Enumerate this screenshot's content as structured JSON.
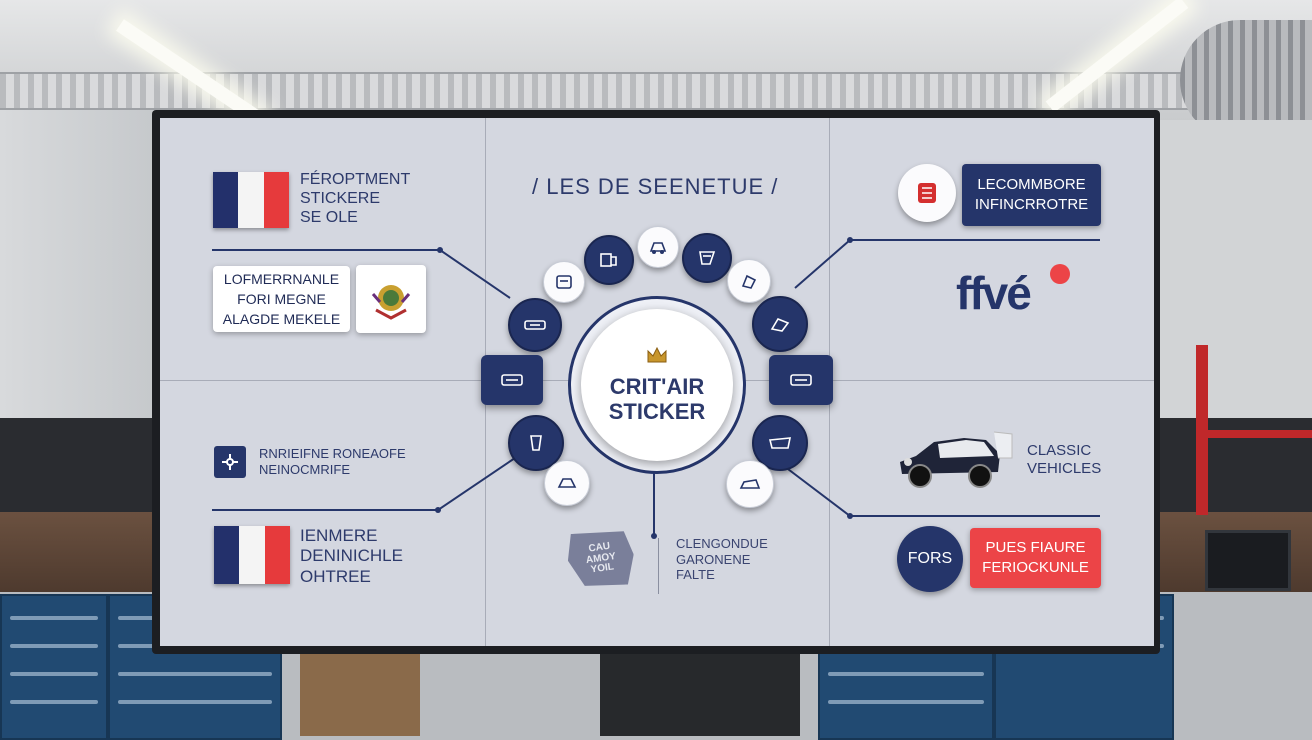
{
  "display": {
    "title": "LES DE SEENETUE",
    "center": {
      "line1": "CRIT'AIR",
      "line2": "STICKER"
    },
    "left": {
      "top_text": [
        "FÉROPTMENT",
        "STICKERE",
        "SE OLE"
      ],
      "card_text": [
        "LOFMERRNANLE",
        "FORI MEGNE",
        "ALAGDE MEKELE"
      ],
      "mid_text": [
        "RNRIEIFNE RONEAOFE",
        "NEINOCMRIFE"
      ],
      "bottom_text": [
        "IENMERE",
        "DENINICHLE",
        "OHTREE"
      ]
    },
    "right": {
      "top_button": [
        "LECOMMBORE",
        "INFINCRROTRE"
      ],
      "logo": "ffvé",
      "vehicles_label": [
        "CLASSIC",
        "VEHICLES"
      ],
      "fors_label": "FORS",
      "red_button": [
        "PUES FIAURE",
        "FERIOCKUNLE"
      ]
    },
    "bottom_center": {
      "stamp": [
        "CAU",
        "AMOY",
        "YOIL"
      ],
      "text": [
        "CLENGONDUE",
        "GARONENE",
        "FALTE"
      ]
    }
  },
  "colors": {
    "navy": "#25356a",
    "red": "#ec4447",
    "panel": "#d9dce5"
  },
  "icons": [
    "crown-icon",
    "car-icon",
    "sticker-icon",
    "flag-icon",
    "emblem-icon",
    "classic-car-icon"
  ]
}
